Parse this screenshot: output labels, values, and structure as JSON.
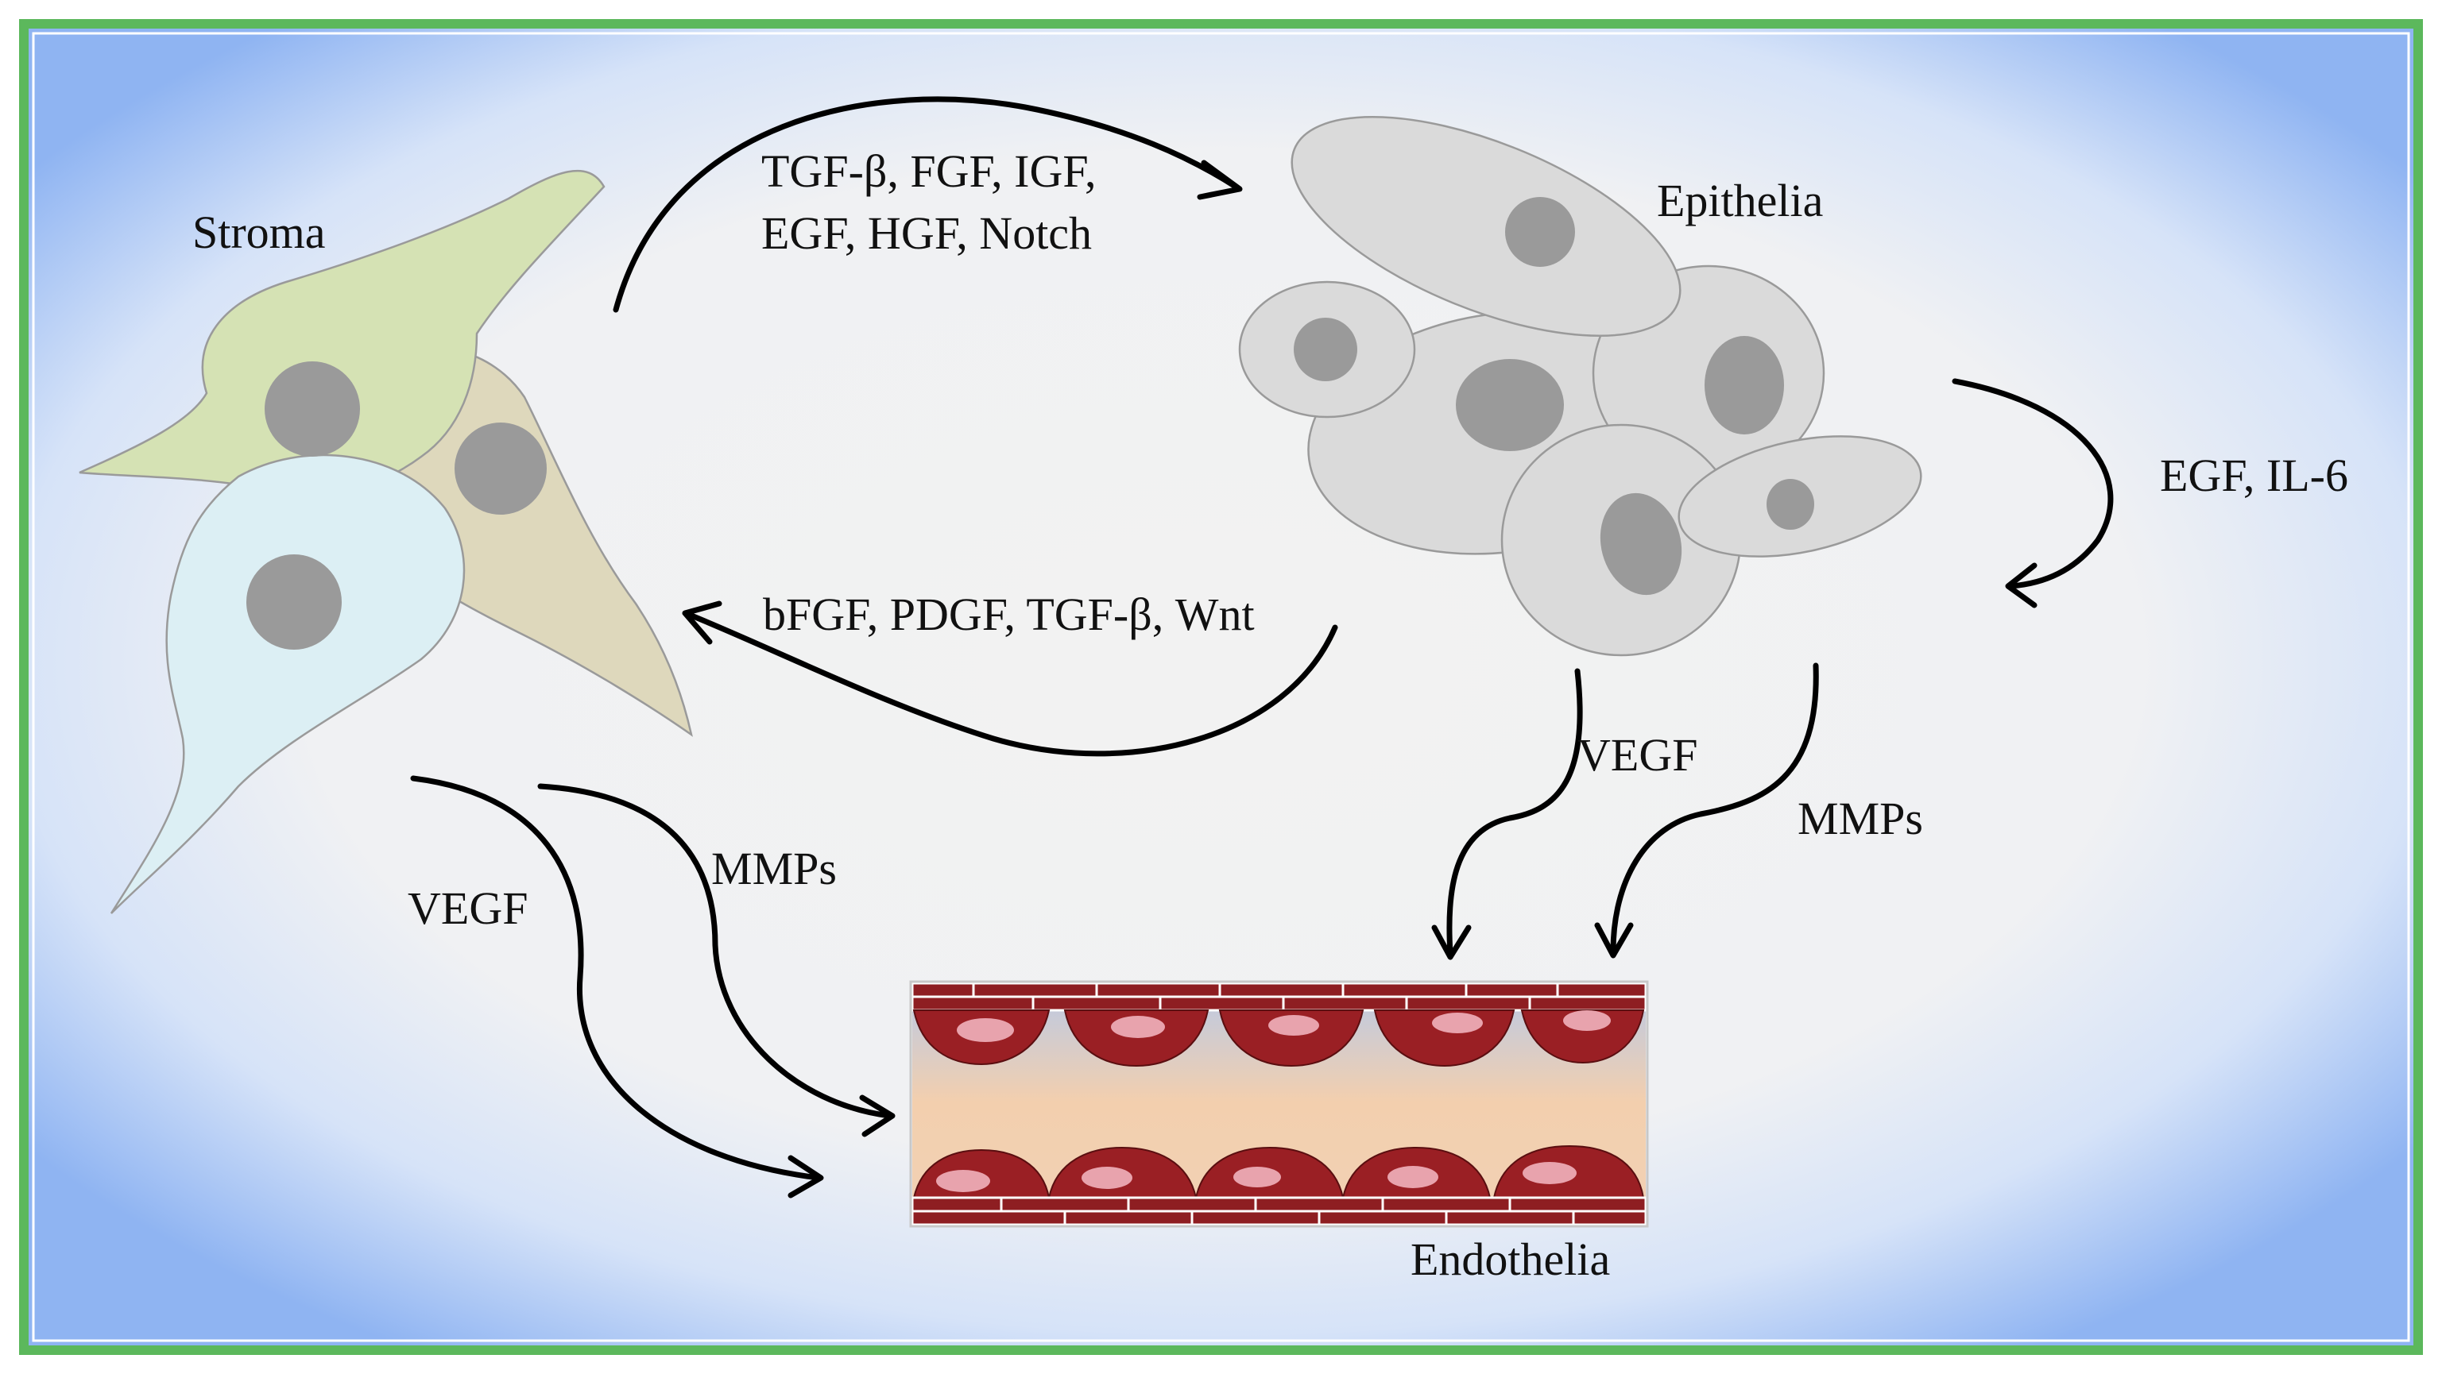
{
  "labels": {
    "stroma": "Stroma",
    "epithelia": "Epithelia",
    "endothelia": "Endothelia"
  },
  "signals": {
    "stroma_to_epithelia_line1": "TGF-β, FGF, IGF,",
    "stroma_to_epithelia_line2": "EGF, HGF, Notch",
    "epithelia_to_stroma": "bFGF, PDGF, TGF-β, Wnt",
    "epithelia_autocrine": "EGF, IL-6",
    "stroma_vegf": "VEGF",
    "stroma_mmps": "MMPs",
    "epithelia_vegf": "VEGF",
    "epithelia_mmps": "MMPs"
  },
  "colors": {
    "frame": "#5cb85c",
    "background_edge": "#8fb4f2",
    "background_center": "#f2f2f2",
    "stroma_green": "#d5e2b4",
    "stroma_tan": "#ded8bc",
    "stroma_blue": "#dceff4",
    "epithelia_cell": "#dadada",
    "nucleus": "#9a9a9a",
    "endothelium": "#8e1e22",
    "lumen_top": "#b9c9e6",
    "lumen_mid": "#f3cfae"
  }
}
